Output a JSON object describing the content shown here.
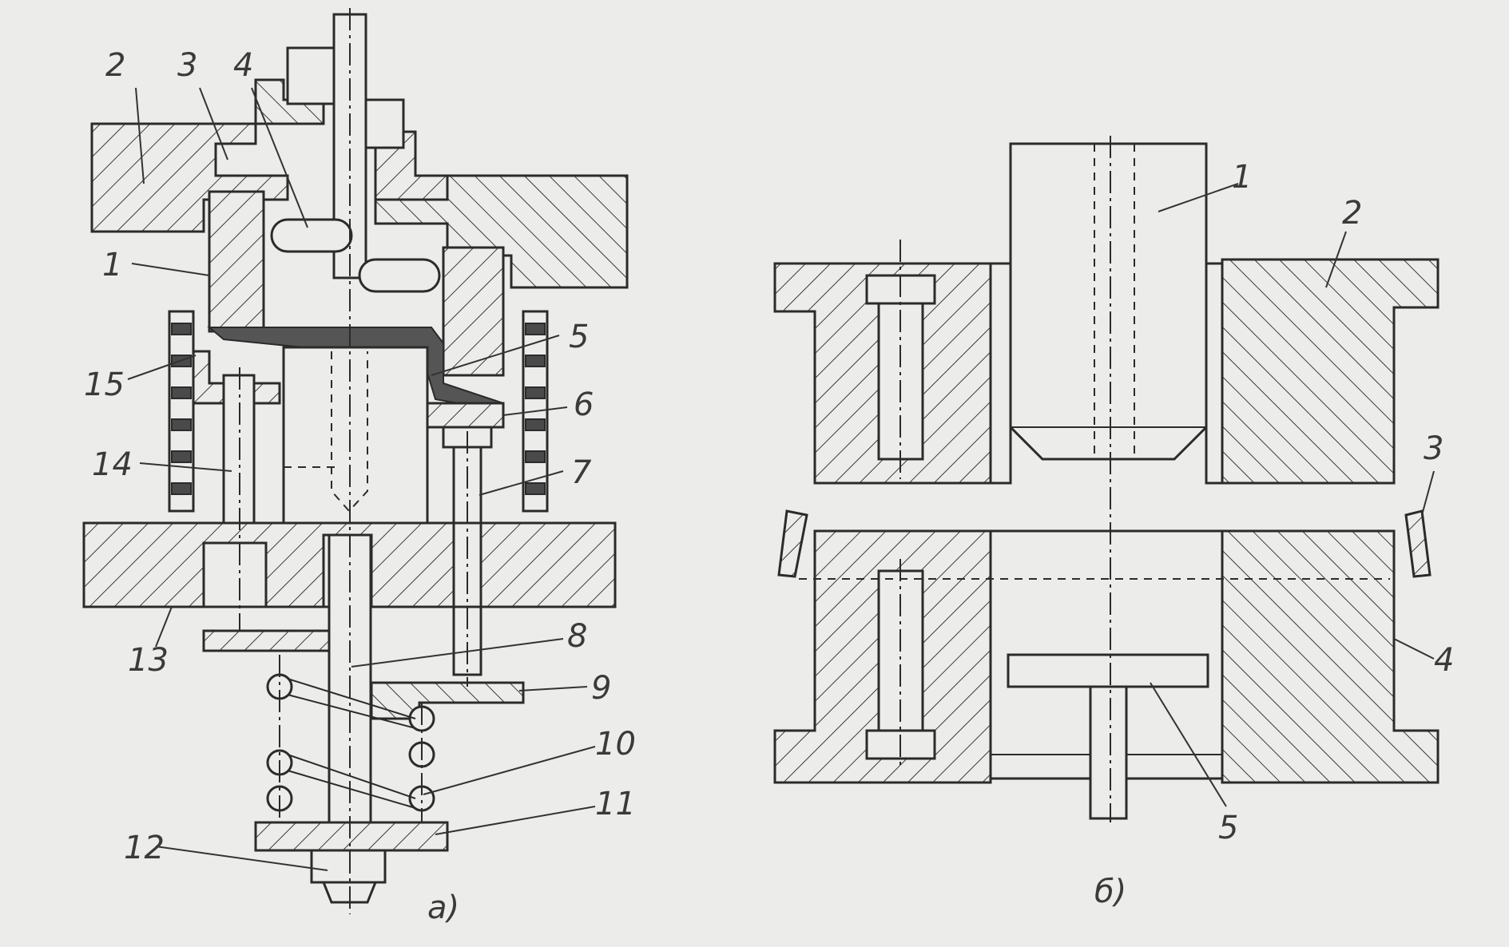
{
  "figure_a": {
    "caption": "а)",
    "labels": [
      "1",
      "2",
      "3",
      "4",
      "5",
      "6",
      "7",
      "8",
      "9",
      "10",
      "11",
      "12",
      "13",
      "14",
      "15"
    ]
  },
  "figure_b": {
    "caption": "б)",
    "labels": [
      "1",
      "2",
      "3",
      "4",
      "5"
    ]
  }
}
